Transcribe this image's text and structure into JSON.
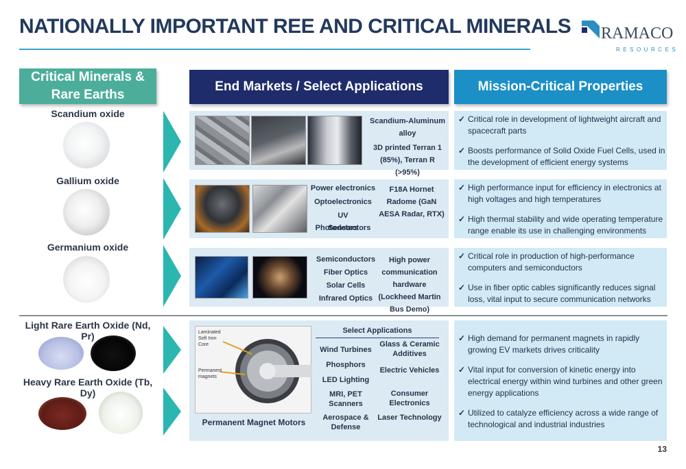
{
  "title": "NATIONALLY IMPORTANT REE AND CRITICAL MINERALS",
  "logo": {
    "name": "RAMACO",
    "sub": "RESOURCES"
  },
  "headers": {
    "left": "Critical Minerals & Rare Earths",
    "middle": "End Markets / Select Applications",
    "right": "Mission-Critical Properties"
  },
  "minerals": [
    {
      "name": "Scandium oxide"
    },
    {
      "name": "Gallium oxide"
    },
    {
      "name": "Germanium oxide"
    },
    {
      "name": "Light Rare Earth Oxide (Nd, Pr)"
    },
    {
      "name": "Heavy Rare Earth Oxide (Tb, Dy)"
    }
  ],
  "rows": [
    {
      "apps": [
        "Scandium-Aluminum alloy",
        "3D printed Terran 1 (85%), Terran R (>95%)"
      ],
      "bullets": [
        "Critical role in development of lightweight aircraft and spacecraft parts",
        "Boosts performance of Solid Oxide Fuel Cells, used in the development of efficient energy systems"
      ]
    },
    {
      "apps_col1": [
        "Power electronics",
        "Optoelectronics",
        "UV Photodetectors",
        "Sensors"
      ],
      "apps_col2": "F18A Hornet Radome (GaN AESA Radar, RTX)",
      "bullets": [
        "High performance input for efficiency in electronics at high voltages and high temperatures",
        "High thermal stability and wide operating temperature range enable its use in challenging environments"
      ]
    },
    {
      "apps_col1": [
        "Semiconductors",
        "Fiber Optics",
        "Solar Cells",
        "Infrared Optics"
      ],
      "apps_col2": "High power communication hardware (Lockheed Martin Bus Demo)",
      "bullets": [
        "Critical role in production of high-performance computers and semiconductors",
        "Use in fiber optic cables significantly reduces signal loss, vital input to secure communication networks"
      ]
    },
    {
      "select_title": "Select Applications",
      "motor_caption": "Permanent Magnet Motors",
      "motor_labels": {
        "core": "Laminated Soft Iron Core",
        "magnets": "Permanent magnets"
      },
      "apps_col1": [
        "Wind Turbines",
        "Phosphors",
        "LED Lighting",
        "MRI, PET Scanners",
        "Aerospace & Defense"
      ],
      "apps_col2": [
        "Glass & Ceramic Additives",
        "Electric Vehicles",
        "Consumer Electronics",
        "Laser Technology"
      ],
      "bullets": [
        "High demand for permanent magnets in rapidly growing EV markets drives criticality",
        "Vital input for conversion of kinetic energy into electrical energy within wind turbines and other green energy applications",
        "Utilized to catalyze efficiency across a wide range of technological and industrial industries"
      ]
    }
  ],
  "check": "✓",
  "page_number": "13",
  "colors": {
    "title": "#23395d",
    "teal": "#4cae9a",
    "navy": "#1e2c6b",
    "blue": "#1b8fc6",
    "arrow": "#2bb6b0"
  }
}
